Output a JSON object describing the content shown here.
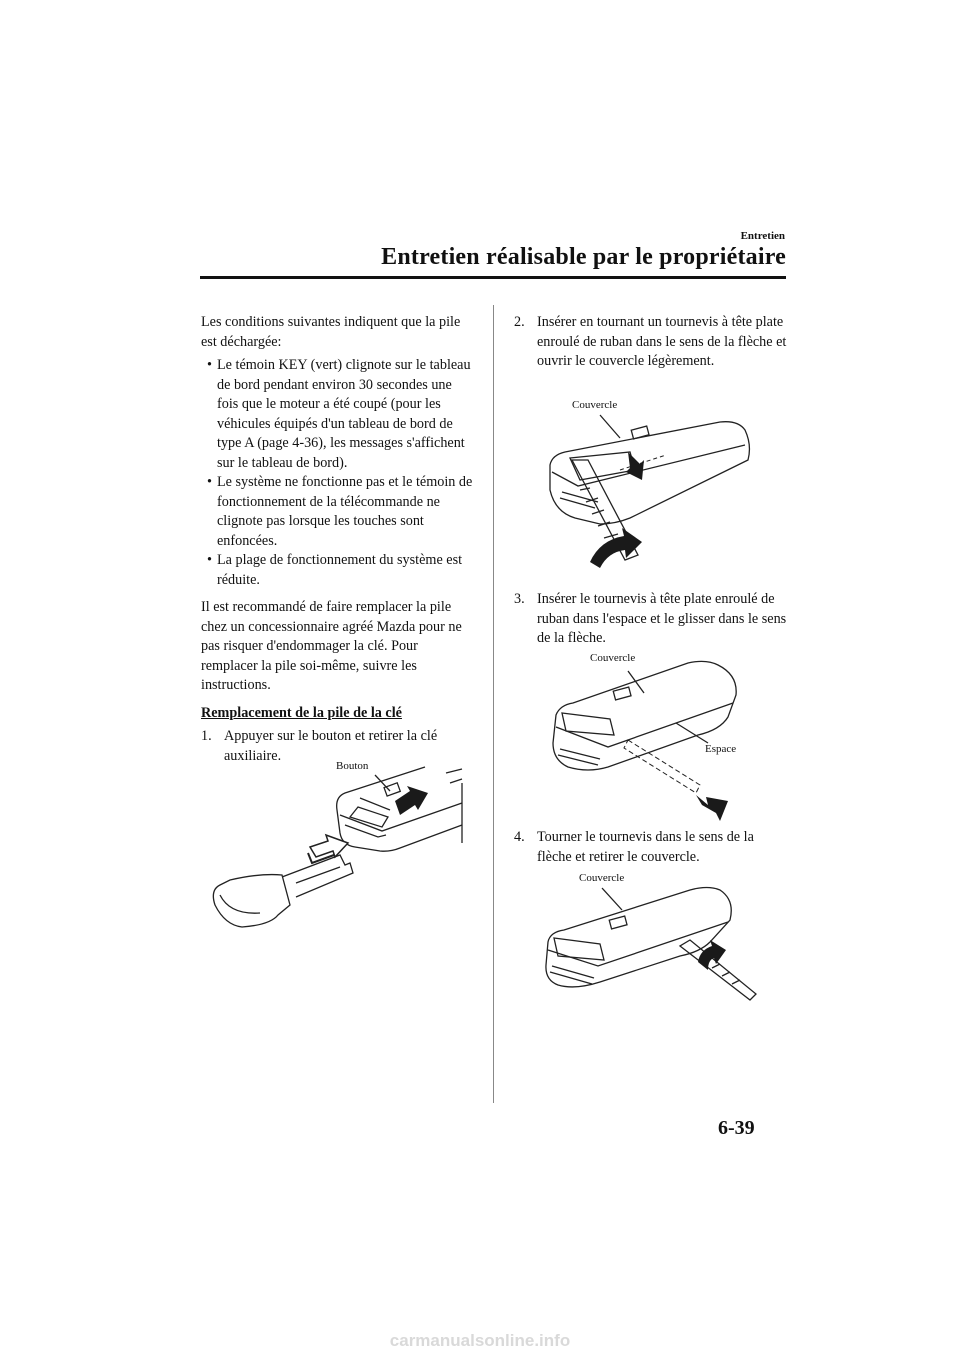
{
  "header": {
    "section": "Entretien",
    "chapter": "Entretien réalisable par le propriétaire"
  },
  "left": {
    "intro": "Les conditions suivantes indiquent que la pile est déchargée:",
    "bullets": [
      "Le témoin KEY (vert) clignote sur le tableau de bord pendant environ 30 secondes une fois que le moteur a été coupé (pour les véhicules équipés d'un tableau de bord de type A (page 4-36), les messages s'affichent sur le tableau de bord).",
      "Le système ne fonctionne pas et le témoin de fonctionnement de la télécommande ne clignote pas lorsque les touches sont enfoncées.",
      "La plage de fonctionnement du système est réduite."
    ],
    "recommend": "Il est recommandé de faire remplacer la pile chez un concessionnaire agréé Mazda pour ne pas risquer d'endommager la clé. Pour remplacer la pile soi-même, suivre les instructions.",
    "heading": "Remplacement de la pile de la clé",
    "step1_num": "1.",
    "step1": "Appuyer sur le bouton et retirer la clé auxiliaire.",
    "fig1_label": "Bouton"
  },
  "right": {
    "step2_num": "2.",
    "step2": "Insérer en tournant un tournevis à tête plate enroulé de ruban dans le sens de la flèche et ouvrir le couvercle légèrement.",
    "fig2_label": "Couvercle",
    "step3_num": "3.",
    "step3": "Insérer le tournevis à tête plate enroulé de ruban dans l'espace et le glisser dans le sens de la flèche.",
    "fig3_label_cover": "Couvercle",
    "fig3_label_gap": "Espace",
    "step4_num": "4.",
    "step4": "Tourner le tournevis dans le sens de la flèche et retirer le couvercle.",
    "fig4_label": "Couvercle"
  },
  "footer": {
    "page_number": "6-39",
    "watermark": "carmanualsonline.info"
  }
}
